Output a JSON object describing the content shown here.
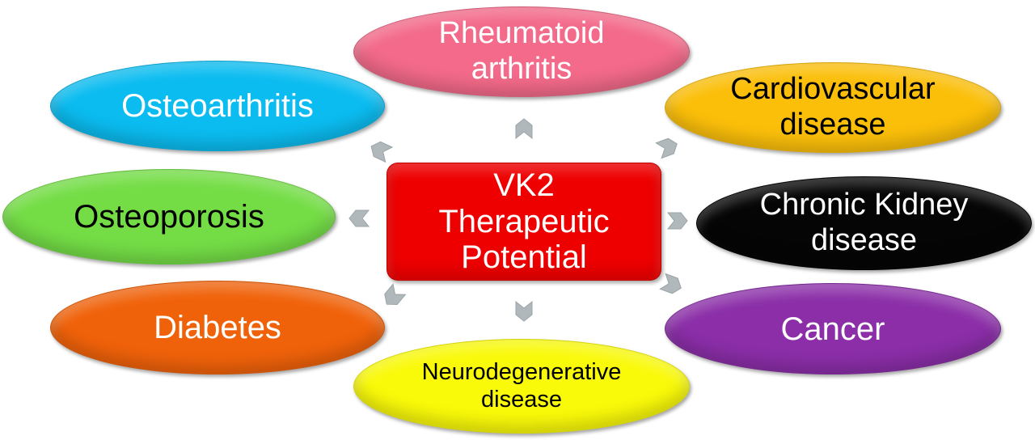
{
  "center": {
    "label": "VK2\nTherapeutic\nPotential",
    "color": "#ee0000"
  },
  "nodes": [
    {
      "id": "rheumatoid-arthritis",
      "label": "Rheumatoid\narthritis",
      "color": "#f36a8a",
      "text_color": "#ffffff"
    },
    {
      "id": "osteoarthritis",
      "label": "Osteoarthritis",
      "color": "#0bbcf0",
      "text_color": "#ffffff"
    },
    {
      "id": "cardiovascular-disease",
      "label": "Cardiovascular\ndisease",
      "color": "#fbbf0a",
      "text_color": "#000000"
    },
    {
      "id": "osteoporosis",
      "label": "Osteoporosis",
      "color": "#74dd46",
      "text_color": "#000000"
    },
    {
      "id": "chronic-kidney-disease",
      "label": "Chronic Kidney\ndisease",
      "color": "#050505",
      "text_color": "#ffffff"
    },
    {
      "id": "diabetes",
      "label": "Diabetes",
      "color": "#f0620a",
      "text_color": "#ffffff"
    },
    {
      "id": "cancer",
      "label": "Cancer",
      "color": "#8b2ea8",
      "text_color": "#ffffff"
    },
    {
      "id": "neurodegenerative-disease",
      "label": "Neurodegenerative\ndisease",
      "color": "#f9f90a",
      "text_color": "#000000"
    }
  ],
  "arrow_color": "#b0b8bc"
}
